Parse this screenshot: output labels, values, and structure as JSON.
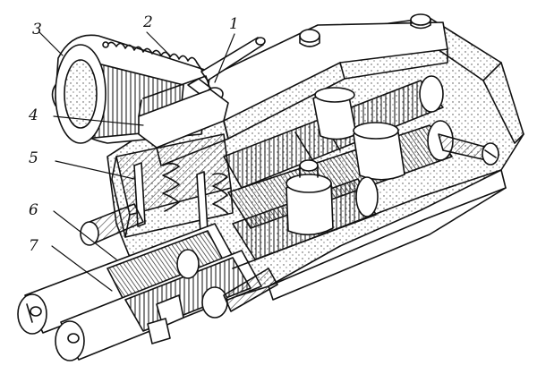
{
  "figure": {
    "callouts": [
      {
        "id": "c1",
        "text": "1"
      },
      {
        "id": "c2",
        "text": "2"
      },
      {
        "id": "c3",
        "text": "3"
      },
      {
        "id": "c4",
        "text": "4"
      },
      {
        "id": "c5",
        "text": "5"
      },
      {
        "id": "c6",
        "text": "6"
      },
      {
        "id": "c7",
        "text": "7"
      }
    ],
    "colors": {
      "ink": "#111111",
      "paper": "#ffffff",
      "hatch": "#333333"
    }
  }
}
